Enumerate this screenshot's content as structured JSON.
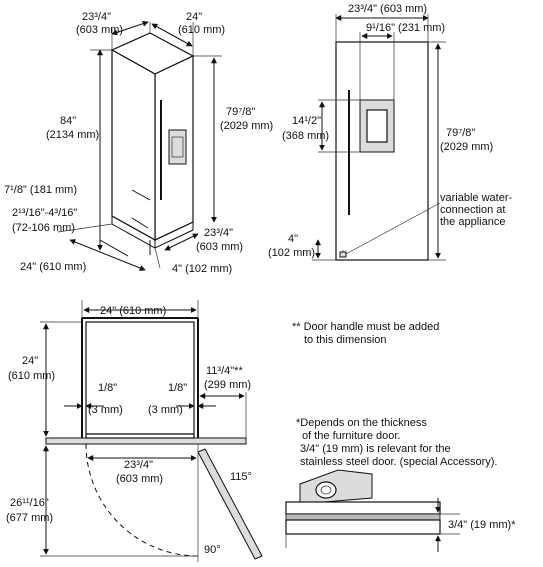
{
  "iso_view": {
    "top_left_width": "23³/4\"",
    "top_left_width_mm": "(603 mm)",
    "top_right_width": "24\"",
    "top_right_width_mm": "(610 mm)",
    "height_total": "84\"",
    "height_total_mm": "(2134 mm)",
    "height_body": "79⁷/8\"",
    "height_body_mm": "(2029 mm)",
    "plinth": "7¹/8\" (181 mm)",
    "foot_range": "2¹³/16\"-4³/16\"",
    "foot_range_mm": "(72-106 mm)",
    "depth": "23³/4\"",
    "depth_mm": "(603 mm)",
    "bottom_width": "24\" (610 mm)",
    "foot_height": "4\" (102 mm)"
  },
  "front_view": {
    "width": "23³/4\" (603 mm)",
    "dispenser_offset": "9¹/16\" (231 mm)",
    "dispenser_height": "14¹/2\"",
    "dispenser_height_mm": "(368 mm)",
    "height": "79⁷/8\"",
    "height_mm": "(2029 mm)",
    "water_note_line1": "variable water-",
    "water_note_line2": "connection at",
    "water_note_line3": "the appliance",
    "water_height": "4\"",
    "water_height_mm": "(102 mm)"
  },
  "plan_view": {
    "width": "24\" (610 mm)",
    "depth": "24\"",
    "depth_mm": "(610 mm)",
    "gap_left": "1/8\"",
    "gap_left_mm": "(3 mm)",
    "gap_right": "1/8\"",
    "gap_right_mm": "(3 mm)",
    "handle": "11³/4\"**",
    "handle_mm": "(299 mm)",
    "door_width": "23³/4\"",
    "door_width_mm": "(603 mm)",
    "swing": "26¹¹/16\"",
    "swing_mm": "(677 mm)",
    "angle_open": "115°",
    "angle_90": "90°"
  },
  "notes": {
    "handle_note_line1": "** Door handle must be added",
    "handle_note_line2": "to this dimension",
    "thick_line1": "*Depends on the thickness",
    "thick_line2": "of the furniture door.",
    "thick_line3": "3/4\" (19 mm) is relevant for the",
    "thick_line4": "stainless steel door. (special Accessory).",
    "thick_dim": "3/4\" (19 mm)*"
  }
}
